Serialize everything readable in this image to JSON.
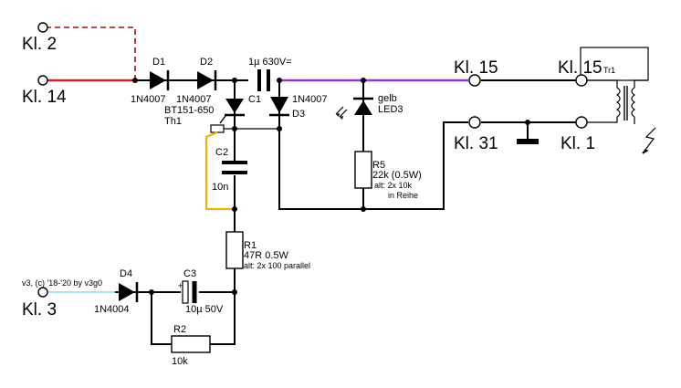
{
  "colors": {
    "wire": "#000000",
    "red_wire": "#d42020",
    "purple_wire": "#9933cc",
    "yellow_wire": "#f0b400",
    "cyan_wire": "#8fd8e8",
    "dashed_wire": "#a01010",
    "credit_text": "#7a8fa0"
  },
  "terminals": {
    "kl2": "Kl. 2",
    "kl14": "Kl. 14",
    "kl3": "Kl. 3",
    "kl15_left": "Kl. 15",
    "kl15_right": "Kl. 15",
    "kl31": "Kl. 31",
    "kl1": "Kl. 1"
  },
  "components": {
    "d1": {
      "ref": "D1",
      "value": "1N4007"
    },
    "d2": {
      "ref": "D2",
      "value": "1N4007"
    },
    "c1": {
      "ref": "C1",
      "value": "1µ 630V="
    },
    "d3": {
      "ref": "D3",
      "value": "1N4007"
    },
    "th1": {
      "ref": "Th1",
      "value": "BT151-650"
    },
    "led3": {
      "ref": "LED3",
      "value": "gelb"
    },
    "c2": {
      "ref": "C2",
      "value": "10n"
    },
    "r5": {
      "ref": "R5",
      "value": "22k (0.5W)",
      "alt1": "alt: 2x 10k",
      "alt2": "in Reihe"
    },
    "r1": {
      "ref": "R1",
      "value": "47R 0.5W",
      "alt": "alt: 2x 100 parallel"
    },
    "d4": {
      "ref": "D4",
      "value": "1N4004"
    },
    "c3": {
      "ref": "C3",
      "value": "10µ 50V"
    },
    "r2": {
      "ref": "R2",
      "value": "10k"
    },
    "tr1": {
      "ref": "Tr1"
    }
  },
  "credit": "v3, (c) '18-'20 by v3g0"
}
